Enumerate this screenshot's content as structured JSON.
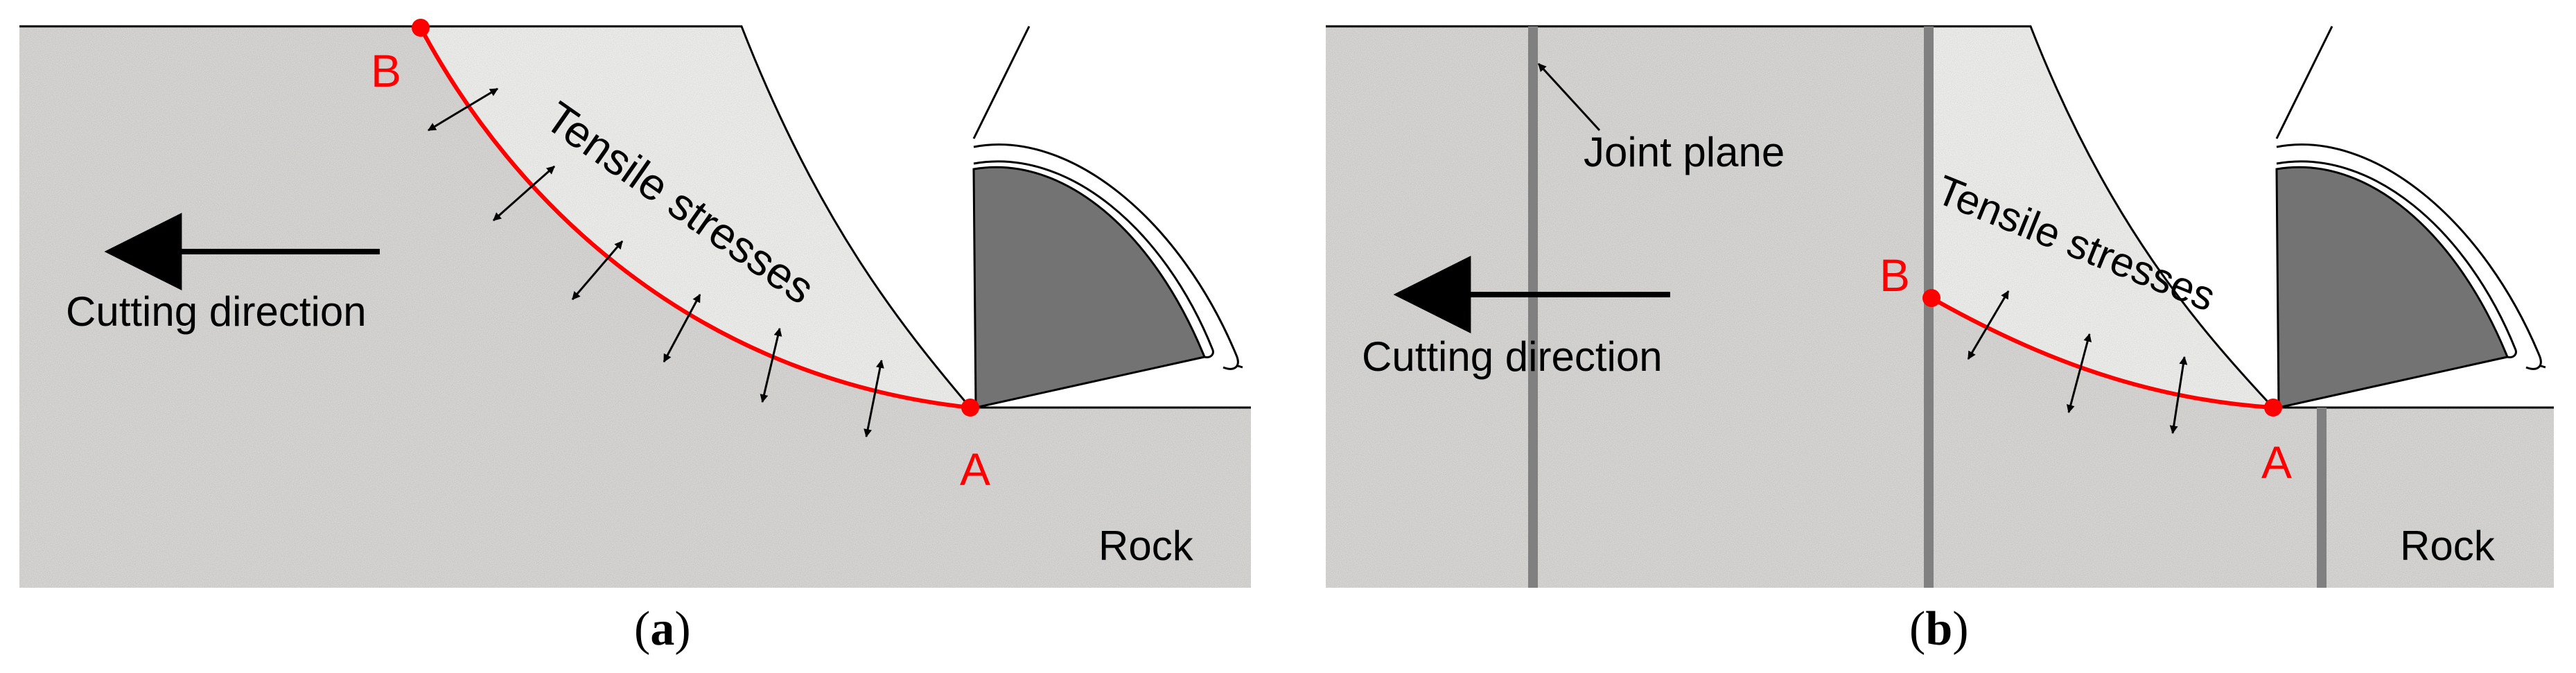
{
  "panels": [
    {
      "id": "a",
      "caption_open": "(",
      "caption_letter": "a",
      "caption_close": ")",
      "label_b": "B",
      "label_a": "A",
      "tensile_label": "Tensile stresses",
      "cutting_label": "Cutting direction",
      "rock_label": "Rock"
    },
    {
      "id": "b",
      "caption_open": "(",
      "caption_letter": "b",
      "caption_close": ")",
      "label_b": "B",
      "label_a": "A",
      "tensile_label": "Tensile stresses",
      "cutting_label": "Cutting direction",
      "rock_label": "Rock",
      "joint_label": "Joint plane"
    }
  ],
  "colors": {
    "rock_fill": "#d9d8d6",
    "crush_fill": "#efefed",
    "fracture": "#ff0000",
    "cutter": "#737373",
    "joint": "#808080",
    "outline": "#000000"
  }
}
